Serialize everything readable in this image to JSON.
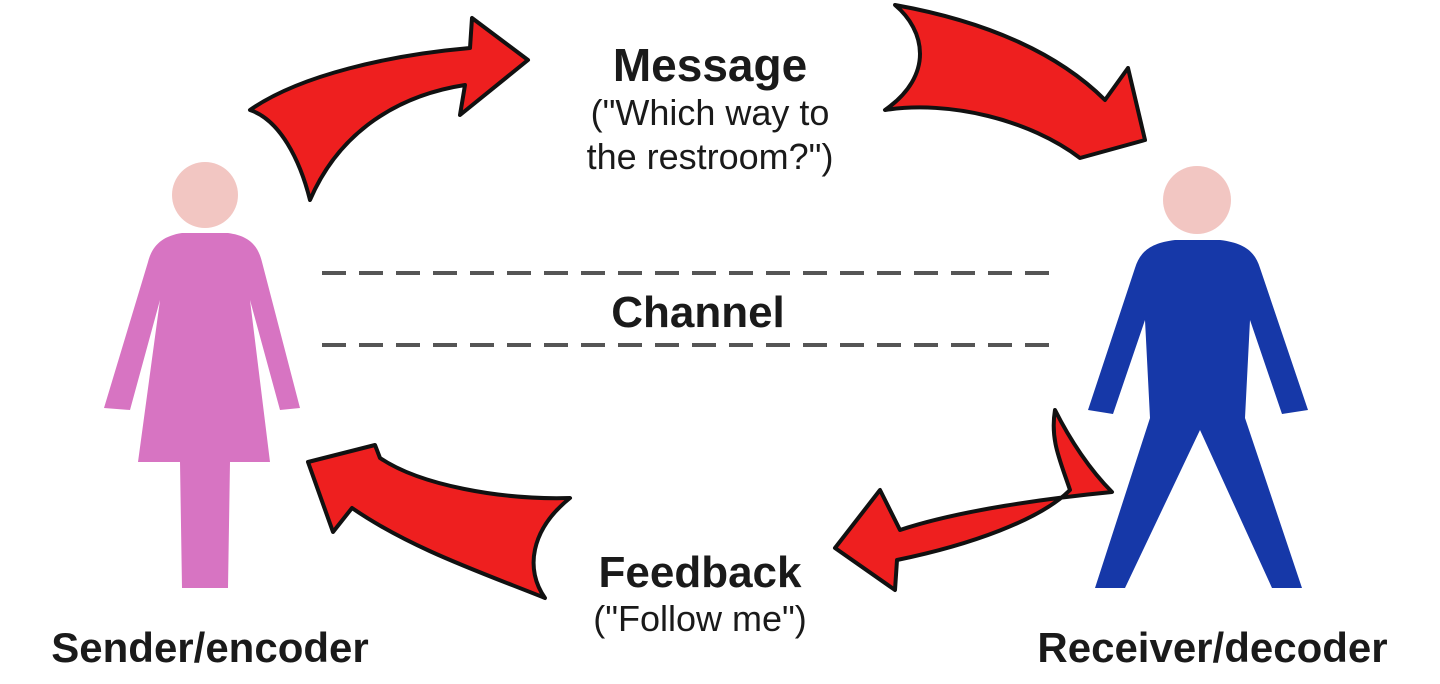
{
  "diagram": {
    "message": {
      "title": "Message",
      "detail_line1": "(\"Which way to",
      "detail_line2": "the restroom?\")"
    },
    "channel": {
      "title": "Channel"
    },
    "feedback": {
      "title": "Feedback",
      "detail": "(\"Follow me\")"
    },
    "sender": {
      "label": "Sender/encoder",
      "figure_icon": "woman-figure-icon",
      "color": "#d774c2"
    },
    "receiver": {
      "label": "Receiver/decoder",
      "figure_icon": "man-figure-icon",
      "color": "#1638a8"
    },
    "head_color": "#f2c6c2",
    "arrow_color": "#ee1f1f",
    "arrow_outline": "#111111"
  }
}
